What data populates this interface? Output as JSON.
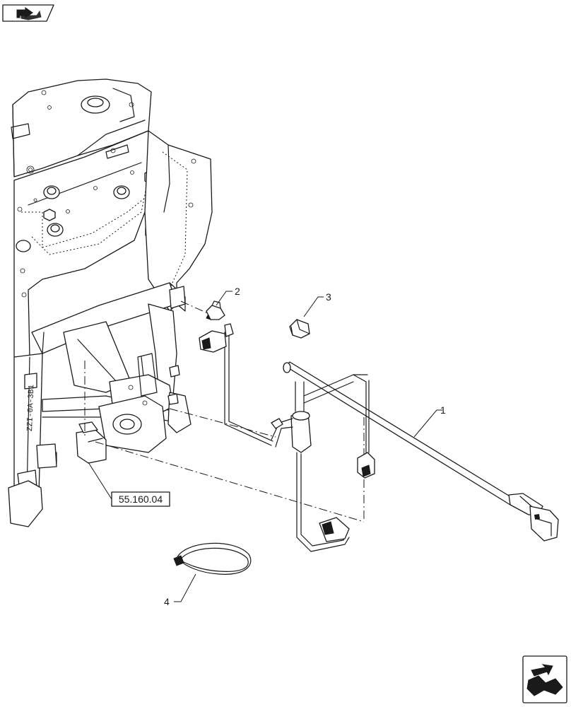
{
  "icons": {
    "top_left": "navigation-arrow-icon",
    "bottom_right": "navigation-arrow-icon"
  },
  "callouts": [
    {
      "label": "1",
      "part": "wiring-harness"
    },
    {
      "label": "2",
      "part": "connector"
    },
    {
      "label": "3",
      "part": "clip"
    },
    {
      "label": "4",
      "part": "cable-tie"
    }
  ],
  "reference": {
    "label": "55.160.04"
  },
  "frame_stamp": "ZZI-0A-3B1"
}
